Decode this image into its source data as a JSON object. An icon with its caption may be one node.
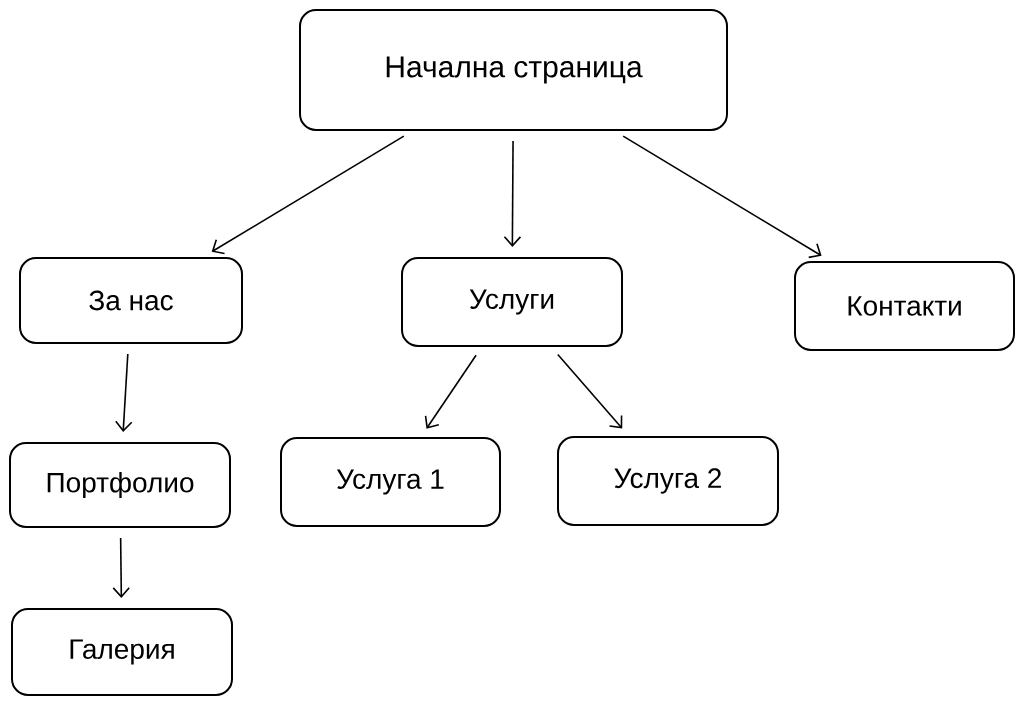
{
  "diagram": {
    "nodes": [
      {
        "text": [
          "Начална страница"
        ]
      },
      {
        "text": [
          "За нас"
        ]
      },
      {
        "text": [
          "Услуги"
        ]
      },
      {
        "text": [
          "Контакти"
        ]
      },
      {
        "text": [
          "Портфолио"
        ]
      },
      {
        "text": [
          "Услуга 1"
        ]
      },
      {
        "text": [
          "Услуга 2"
        ]
      },
      {
        "text": [
          "Галерия"
        ]
      }
    ],
    "edges": [
      {
        "from": 0,
        "to": 1,
        "arrow": "to"
      },
      {
        "from": 0,
        "to": 2,
        "arrow": "to"
      },
      {
        "from": 0,
        "to": 3,
        "arrow": "to"
      },
      {
        "from": 1,
        "to": 4,
        "arrow": "to"
      },
      {
        "from": 2,
        "to": 5,
        "arrow": "to"
      },
      {
        "from": 2,
        "to": 6,
        "arrow": "to"
      },
      {
        "from": 4,
        "to": 7,
        "arrow": "to"
      }
    ]
  }
}
